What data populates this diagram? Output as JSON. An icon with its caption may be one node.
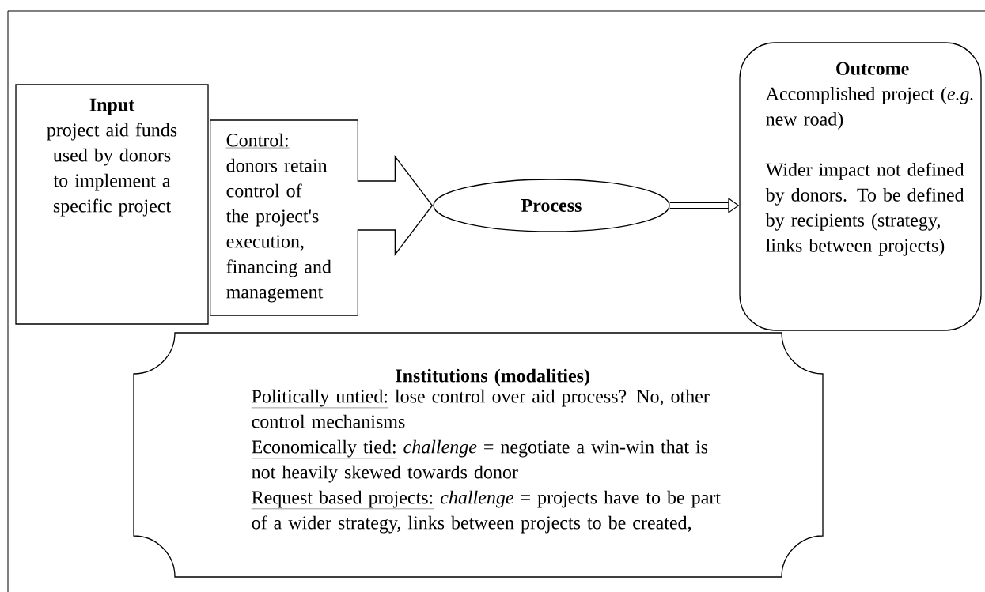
{
  "diagram": {
    "nodes": [
      {
        "text": [
          "Input",
          "project aid funds used by donors to implement a specific project"
        ]
      },
      {
        "text": [
          "Control:",
          "donors retain control of the project's execution, financing and management"
        ]
      },
      {
        "text": [
          "Process"
        ]
      },
      {
        "text": [
          "Outcome",
          "Accomplished project (*e.g.* new road)",
          "Wider impact not defined by donors. To be defined by recipients (strategy, links between projects)"
        ]
      },
      {
        "text": [
          "Institutions (modalities)",
          "Politically untied:",
          "lose control over aid process? No, other control mechanisms",
          "Economically tied:",
          "*challenge* = negotiate a win-win that is not heavily skewed towards donor",
          "Request based projects:",
          "*challenge* = projects have to be part of a wider strategy, links between projects to be created,"
        ]
      }
    ],
    "edges": [
      {
        "from": 0,
        "to": 2,
        "arrow": "to"
      },
      {
        "from": 2,
        "to": 3,
        "arrow": "to"
      }
    ]
  }
}
